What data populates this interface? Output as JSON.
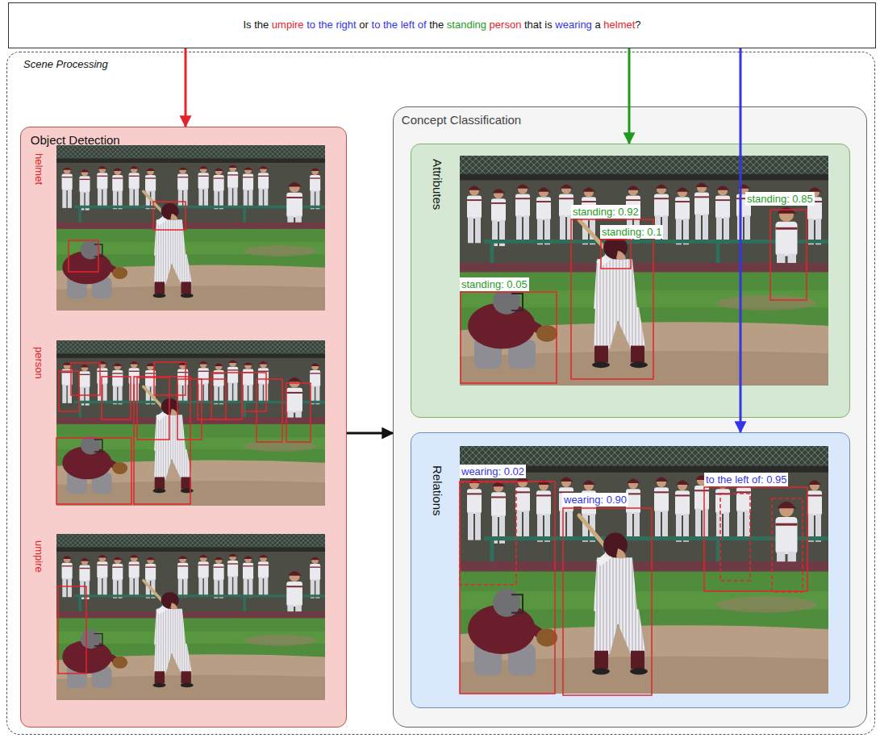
{
  "diagram": {
    "nodes": [
      {
        "text": [
          "Is the umpire to the right or to the left of the standing person that is wearing a helmet?"
        ]
      },
      {
        "text": [
          "Scene Processing"
        ]
      },
      {
        "text": [
          "Object Detection"
        ],
        "in": 1
      },
      {
        "text": [
          "Concept Classification"
        ],
        "in": 1
      },
      {
        "text": [
          "Attributes"
        ],
        "in": 3
      },
      {
        "text": [
          "Relations"
        ],
        "in": 3
      }
    ],
    "edges": [
      {
        "from": 0,
        "to": 2,
        "arrow": "to"
      },
      {
        "from": 0,
        "to": 4,
        "arrow": "to"
      },
      {
        "from": 0,
        "to": 5,
        "arrow": "to"
      },
      {
        "from": 2,
        "to": 3,
        "arrow": "to"
      }
    ],
    "labels": [
      "helmet",
      "person",
      "umpire",
      "standing: 0.92",
      "standing: 0.1",
      "standing: 0.85",
      "standing: 0.05",
      "wearing: 0.02",
      "wearing: 0.90",
      "to the left of: 0.95"
    ]
  }
}
